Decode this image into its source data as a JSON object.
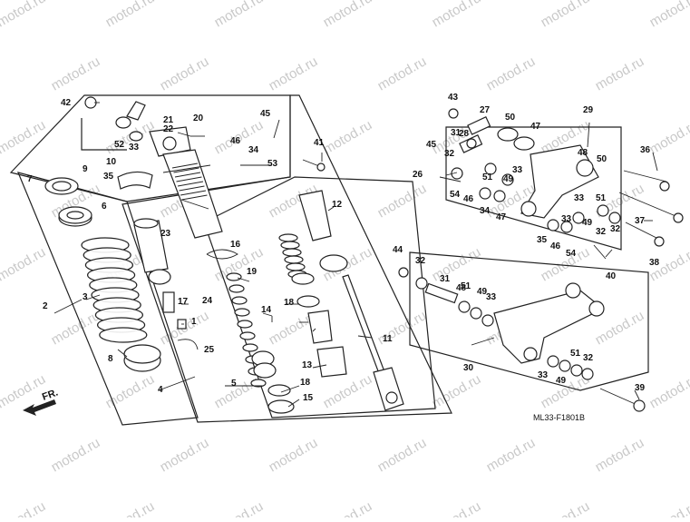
{
  "diagram": {
    "watermark": "motod.ru",
    "code": "ML33-F1801B",
    "direction_label": "FR.",
    "part_numbers": [
      "1",
      "2",
      "3",
      "4",
      "5",
      "6",
      "7",
      "8",
      "9",
      "10",
      "11",
      "12",
      "13",
      "14",
      "15",
      "16",
      "17",
      "18",
      "18",
      "19",
      "20",
      "21",
      "22",
      "23",
      "24",
      "25",
      "26",
      "27",
      "28",
      "29",
      "30",
      "31",
      "31",
      "32",
      "32",
      "32",
      "32",
      "32",
      "33",
      "33",
      "33",
      "33",
      "33",
      "33",
      "34",
      "34",
      "35",
      "35",
      "36",
      "37",
      "38",
      "39",
      "40",
      "41",
      "42",
      "43",
      "44",
      "45",
      "45",
      "46",
      "46",
      "46",
      "47",
      "47",
      "48",
      "48",
      "49",
      "49",
      "49",
      "49",
      "50",
      "50",
      "51",
      "51",
      "51",
      "51",
      "52",
      "53",
      "54",
      "54"
    ],
    "colors": {
      "line": "#222222",
      "watermark": "#c9c9c9",
      "background": "#ffffff"
    }
  }
}
